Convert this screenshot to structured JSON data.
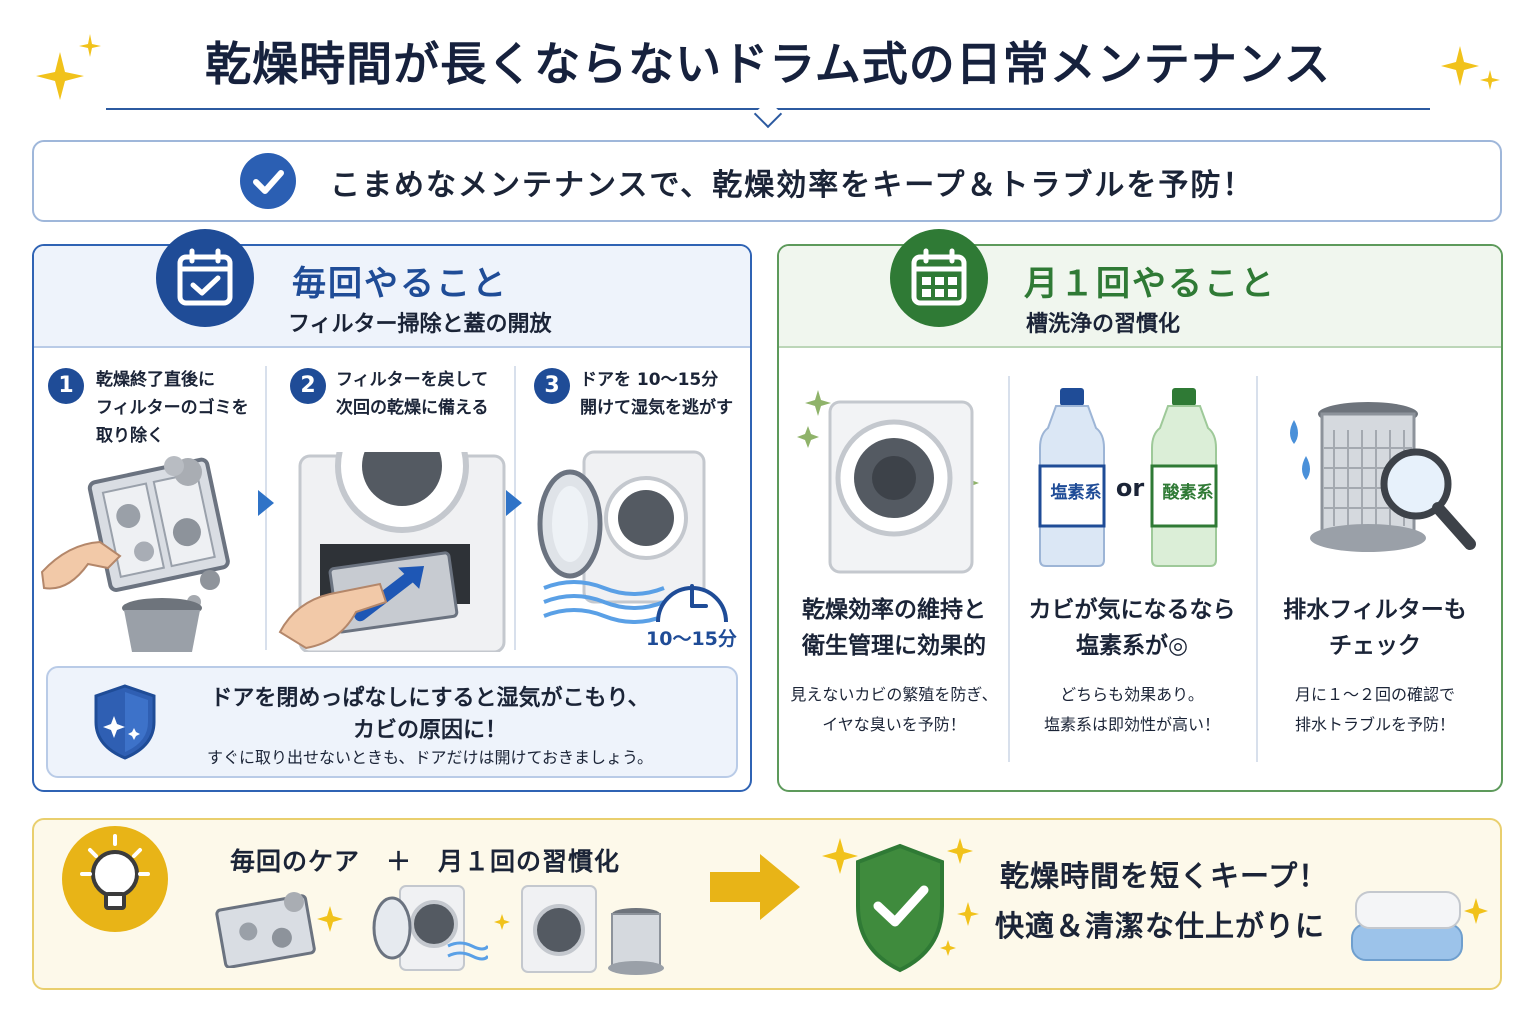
{
  "title": "乾燥時間が長くならないドラム式の日常メンテナンス",
  "banner": {
    "icon": "check-circle-icon",
    "text": "こまめなメンテナンスで、乾燥効率をキープ＆トラブルを予防！"
  },
  "left_panel": {
    "icon": "calendar-check-icon",
    "title": "毎回やること",
    "subtitle": "フィルター掃除と蓋の開放",
    "steps": [
      {
        "num": "1",
        "text": "乾燥終了直後に\nフィルターのゴミを\n取り除く",
        "icon": "filter-cleaning-icon"
      },
      {
        "num": "2",
        "text": "フィルターを戻して\n次回の乾燥に備える",
        "icon": "filter-insert-icon"
      },
      {
        "num": "3",
        "text": "ドアを 10～15分\n開けて湿気を逃がす",
        "icon": "open-door-washer-icon"
      }
    ],
    "timer_label": "10～15分",
    "note": {
      "icon": "shield-icon",
      "line1": "ドアを閉めっぱなしにすると湿気がこもり、",
      "line2": "カビの原因に！",
      "line3": "すぐに取り出せないときも、ドアだけは開けておきましょう。"
    }
  },
  "right_panel": {
    "icon": "calendar-grid-icon",
    "title": "月１回やること",
    "subtitle": "槽洗浄の習慣化",
    "columns": [
      {
        "icon": "washer-icon",
        "title": "乾燥効率の維持と\n衛生管理に効果的",
        "desc": "見えないカビの繁殖を防ぎ、\nイヤな臭いを予防！"
      },
      {
        "icon": "cleaner-bottles-icon",
        "title": "カビが気になるなら\n塩素系が◎",
        "desc": "どちらも効果あり。\n塩素系は即効性が高い！"
      },
      {
        "icon": "drain-filter-icon",
        "title": "排水フィルターも\nチェック",
        "desc": "月に１～２回の確認で\n排水トラブルを予防！"
      }
    ],
    "bottle_left": "塩素系",
    "bottle_or": "or",
    "bottle_right": "酸素系"
  },
  "bottom": {
    "icon": "lightbulb-icon",
    "left_text": "毎回のケア　＋　月１回の習慣化",
    "arrow_icon": "arrow-right-icon",
    "result_icon": "shield-check-icon",
    "line1": "乾燥時間を短くキープ！",
    "line2": "快適＆清潔な仕上がりに",
    "towel_icon": "towels-icon"
  },
  "colors": {
    "blue": "#1f4c97",
    "green": "#2f7a35",
    "yellow": "#e8b417"
  }
}
